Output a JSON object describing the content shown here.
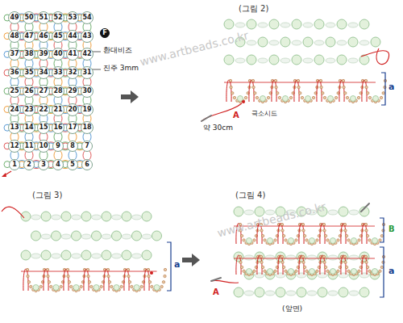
{
  "diagram": {
    "nodes": [
      {
        "text": [
          "49"
        ]
      },
      {
        "text": [
          "50"
        ]
      },
      {
        "text": [
          "51"
        ]
      },
      {
        "text": [
          "52"
        ]
      },
      {
        "text": [
          "53"
        ]
      },
      {
        "text": [
          "54"
        ]
      },
      {
        "text": [
          "48"
        ]
      },
      {
        "text": [
          "47"
        ]
      },
      {
        "text": [
          "46"
        ]
      },
      {
        "text": [
          "45"
        ]
      },
      {
        "text": [
          "44"
        ]
      },
      {
        "text": [
          "43"
        ]
      },
      {
        "text": [
          "37"
        ]
      },
      {
        "text": [
          "38"
        ]
      },
      {
        "text": [
          "39"
        ]
      },
      {
        "text": [
          "40"
        ]
      },
      {
        "text": [
          "41"
        ]
      },
      {
        "text": [
          "42"
        ]
      },
      {
        "text": [
          "36"
        ]
      },
      {
        "text": [
          "35"
        ]
      },
      {
        "text": [
          "34"
        ]
      },
      {
        "text": [
          "33"
        ]
      },
      {
        "text": [
          "32"
        ]
      },
      {
        "text": [
          "31"
        ]
      },
      {
        "text": [
          "25"
        ]
      },
      {
        "text": [
          "26"
        ]
      },
      {
        "text": [
          "27"
        ]
      },
      {
        "text": [
          "28"
        ]
      },
      {
        "text": [
          "29"
        ]
      },
      {
        "text": [
          "30"
        ]
      },
      {
        "text": [
          "24"
        ]
      },
      {
        "text": [
          "23"
        ]
      },
      {
        "text": [
          "22"
        ]
      },
      {
        "text": [
          "21"
        ]
      },
      {
        "text": [
          "20"
        ]
      },
      {
        "text": [
          "19"
        ]
      },
      {
        "text": [
          "13"
        ]
      },
      {
        "text": [
          "14"
        ]
      },
      {
        "text": [
          "15"
        ]
      },
      {
        "text": [
          "16"
        ]
      },
      {
        "text": [
          "17"
        ]
      },
      {
        "text": [
          "18"
        ]
      },
      {
        "text": [
          "12"
        ]
      },
      {
        "text": [
          "11"
        ]
      },
      {
        "text": [
          "10"
        ]
      },
      {
        "text": [
          "9"
        ]
      },
      {
        "text": [
          "8"
        ]
      },
      {
        "text": [
          "7"
        ]
      },
      {
        "text": [
          "1"
        ]
      },
      {
        "text": [
          "2"
        ]
      },
      {
        "text": [
          "3"
        ]
      },
      {
        "text": [
          "4"
        ]
      },
      {
        "text": [
          "5"
        ]
      },
      {
        "text": [
          "6"
        ]
      },
      {
        "text": [
          "F"
        ]
      }
    ],
    "labels": [
      "환대비즈",
      "진주 3mm",
      "(그림 2)",
      "www.artbeads.co.kr",
      "약 30cm",
      "A",
      "극소시드",
      "a",
      "(그림 3)",
      "a",
      "(그림 4)",
      "www.artbeads.co.kr",
      "B",
      "a",
      "A",
      "(앞면)"
    ]
  }
}
